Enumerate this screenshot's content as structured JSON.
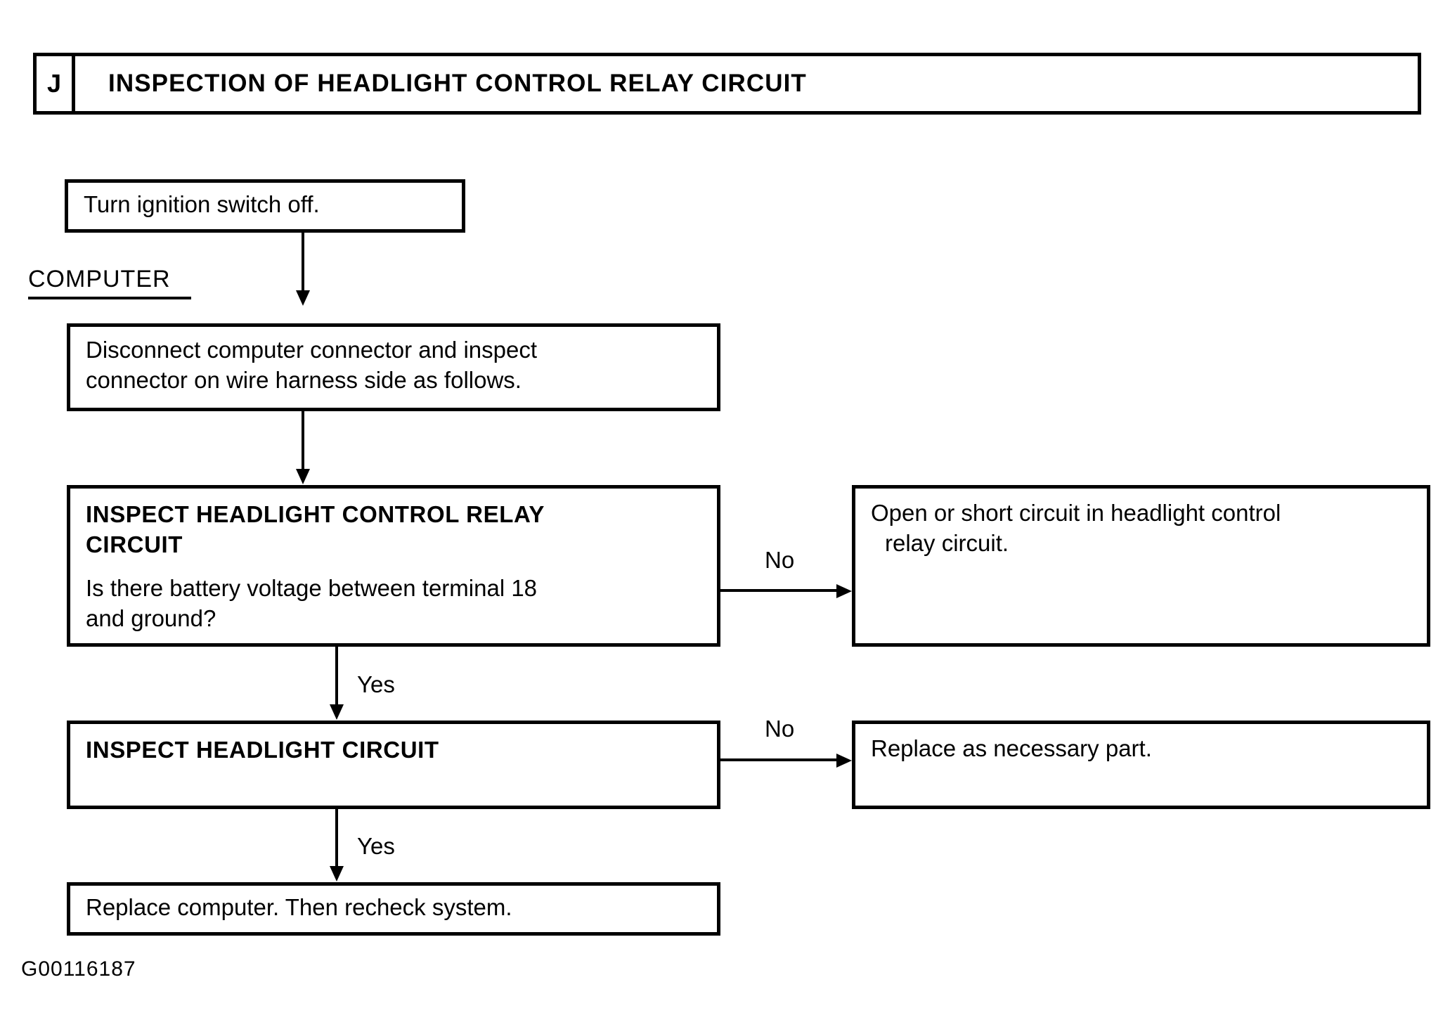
{
  "header": {
    "letter": "J",
    "title": "INSPECTION OF HEADLIGHT CONTROL RELAY CIRCUIT"
  },
  "section_label": "COMPUTER",
  "footer_code": "G00116187",
  "boxes": {
    "ignition": {
      "line1": "Turn ignition switch off."
    },
    "disconnect": {
      "line1": "Disconnect computer connector and inspect",
      "line2": "connector on wire harness side as follows."
    },
    "inspect_relay": {
      "heading1": "INSPECT HEADLIGHT CONTROL RELAY",
      "heading2": "CIRCUIT",
      "question1": "Is there battery voltage between terminal 18",
      "question2": "and ground?"
    },
    "open_short": {
      "line1": "Open or short circuit in headlight control",
      "line2": "relay circuit."
    },
    "inspect_headlight": {
      "heading1": "INSPECT HEADLIGHT CIRCUIT"
    },
    "replace_part": {
      "line1": "Replace as necessary part."
    },
    "replace_computer": {
      "line1": "Replace computer. Then recheck system."
    }
  },
  "branches": {
    "no_1": "No",
    "yes_1": "Yes",
    "no_2": "No",
    "yes_2": "Yes"
  }
}
